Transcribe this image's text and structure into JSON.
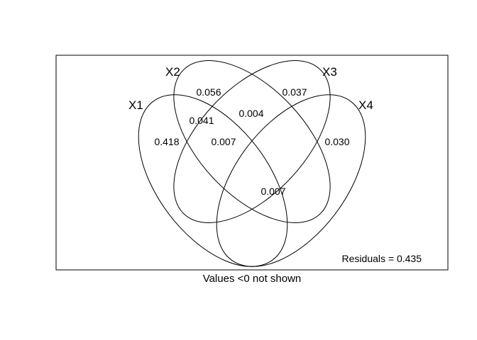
{
  "venn": {
    "sets": {
      "x1": "X1",
      "x2": "X2",
      "x3": "X3",
      "x4": "X4"
    },
    "values": {
      "x1_only": "0.418",
      "x2_only": "0.056",
      "x3_only": "0.037",
      "x4_only": "0.030",
      "x1_x2": "0.041",
      "x2_x3": "0.004",
      "x1_x2_x3": "0.007",
      "x1_x3_x4": "0.007"
    },
    "residuals": "Residuals = 0.435",
    "caption": "Values <0 not shown"
  }
}
